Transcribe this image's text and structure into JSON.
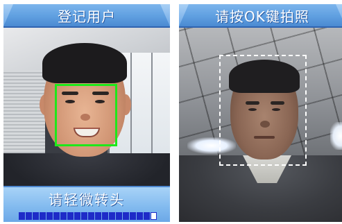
{
  "screens": {
    "enroll": {
      "title": "登记用户",
      "hint": "请轻微转头",
      "progress": {
        "total_segments": 20,
        "filled_segments": 19
      },
      "colors": {
        "face_box": "#1ee81a",
        "progress_fill": "#1e2bc8"
      }
    },
    "capture": {
      "title": "请按OK键拍照",
      "colors": {
        "frame": "#ffffff"
      }
    }
  },
  "theme": {
    "titlebar": "#5f9fe0",
    "panel": "#7fb8ee"
  }
}
